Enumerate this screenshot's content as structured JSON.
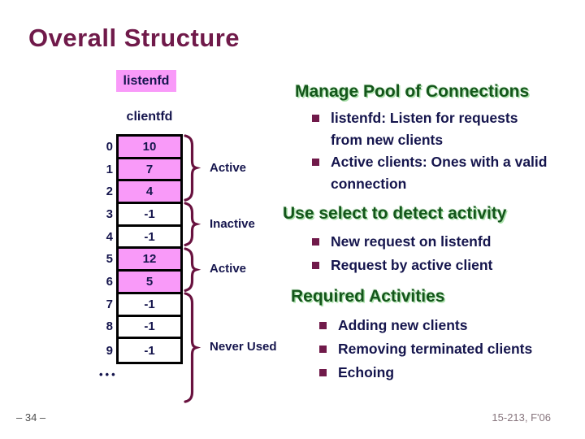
{
  "slide": {
    "title": "Overall Structure",
    "footer_left": "– 34 –",
    "footer_right": "15-213, F'06"
  },
  "diagram": {
    "listenfd_label": "listenfd",
    "clientfd_label": "clientfd",
    "ellipsis": "•••",
    "rows": [
      {
        "index": "0",
        "value": "10",
        "state": "active"
      },
      {
        "index": "1",
        "value": "7",
        "state": "active"
      },
      {
        "index": "2",
        "value": "4",
        "state": "active"
      },
      {
        "index": "3",
        "value": "-1",
        "state": "inactive"
      },
      {
        "index": "4",
        "value": "-1",
        "state": "inactive"
      },
      {
        "index": "5",
        "value": "12",
        "state": "active"
      },
      {
        "index": "6",
        "value": "5",
        "state": "active"
      },
      {
        "index": "7",
        "value": "-1",
        "state": "never-used"
      },
      {
        "index": "8",
        "value": "-1",
        "state": "never-used"
      },
      {
        "index": "9",
        "value": "-1",
        "state": "never-used"
      }
    ],
    "groups": [
      {
        "label": "Active",
        "from": 0,
        "to": 2,
        "includes_ellipsis": false
      },
      {
        "label": "Inactive",
        "from": 3,
        "to": 4,
        "includes_ellipsis": false
      },
      {
        "label": "Active",
        "from": 5,
        "to": 6,
        "includes_ellipsis": false
      },
      {
        "label": "Never Used",
        "from": 7,
        "to": 9,
        "includes_ellipsis": true
      }
    ]
  },
  "sections": [
    {
      "heading": "Manage Pool of Connections",
      "items": [
        "listenfd: Listen for requests from new clients",
        "Active clients: Ones with a valid connection"
      ]
    },
    {
      "heading": "Use select to detect activity",
      "items": [
        "New request on listenfd",
        "Request by active client"
      ]
    },
    {
      "heading": "Required Activities",
      "items": [
        "Adding new clients",
        "Removing terminated clients",
        "Echoing"
      ]
    }
  ],
  "colors": {
    "maroon": "#701a4a",
    "navy": "#15154d",
    "green": "#14561b",
    "green_glow": "#a9e0a9",
    "pink": "#f99af9",
    "brace": "#69123f",
    "footer_gray": "#4c4c4c",
    "footer_mauve": "#87757d"
  }
}
